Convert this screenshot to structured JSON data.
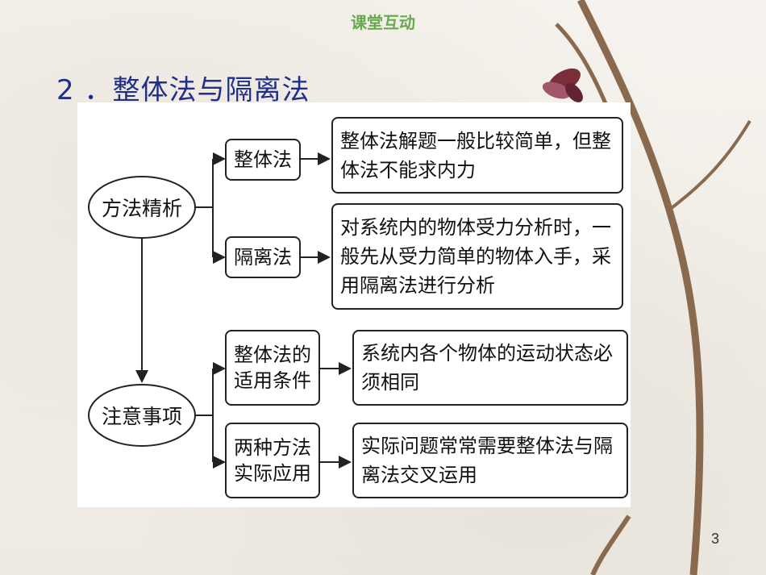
{
  "header": {
    "label": "课堂互动"
  },
  "title": "2 ．整体法与隔离法",
  "diagram": {
    "method_root": "方法精析",
    "caution_root": "注意事项",
    "whole_method": "整体法",
    "whole_method_desc": "整体法解题一般比较简单，但整体法不能求内力",
    "isolation_method": "隔离法",
    "isolation_method_desc": "对系统内的物体受力分析时，一般先从受力简单的物体入手，采用隔离法进行分析",
    "whole_condition": "整体法的适用条件",
    "whole_condition_desc": "系统内各个物体的运动状态必须相同",
    "practical_use": "两种方法实际应用",
    "practical_use_desc": "实际问题常常需要整体法与隔离法交叉运用"
  },
  "page_number": "3",
  "colors": {
    "header": "#6aa84f",
    "title": "#1f2f8a"
  }
}
